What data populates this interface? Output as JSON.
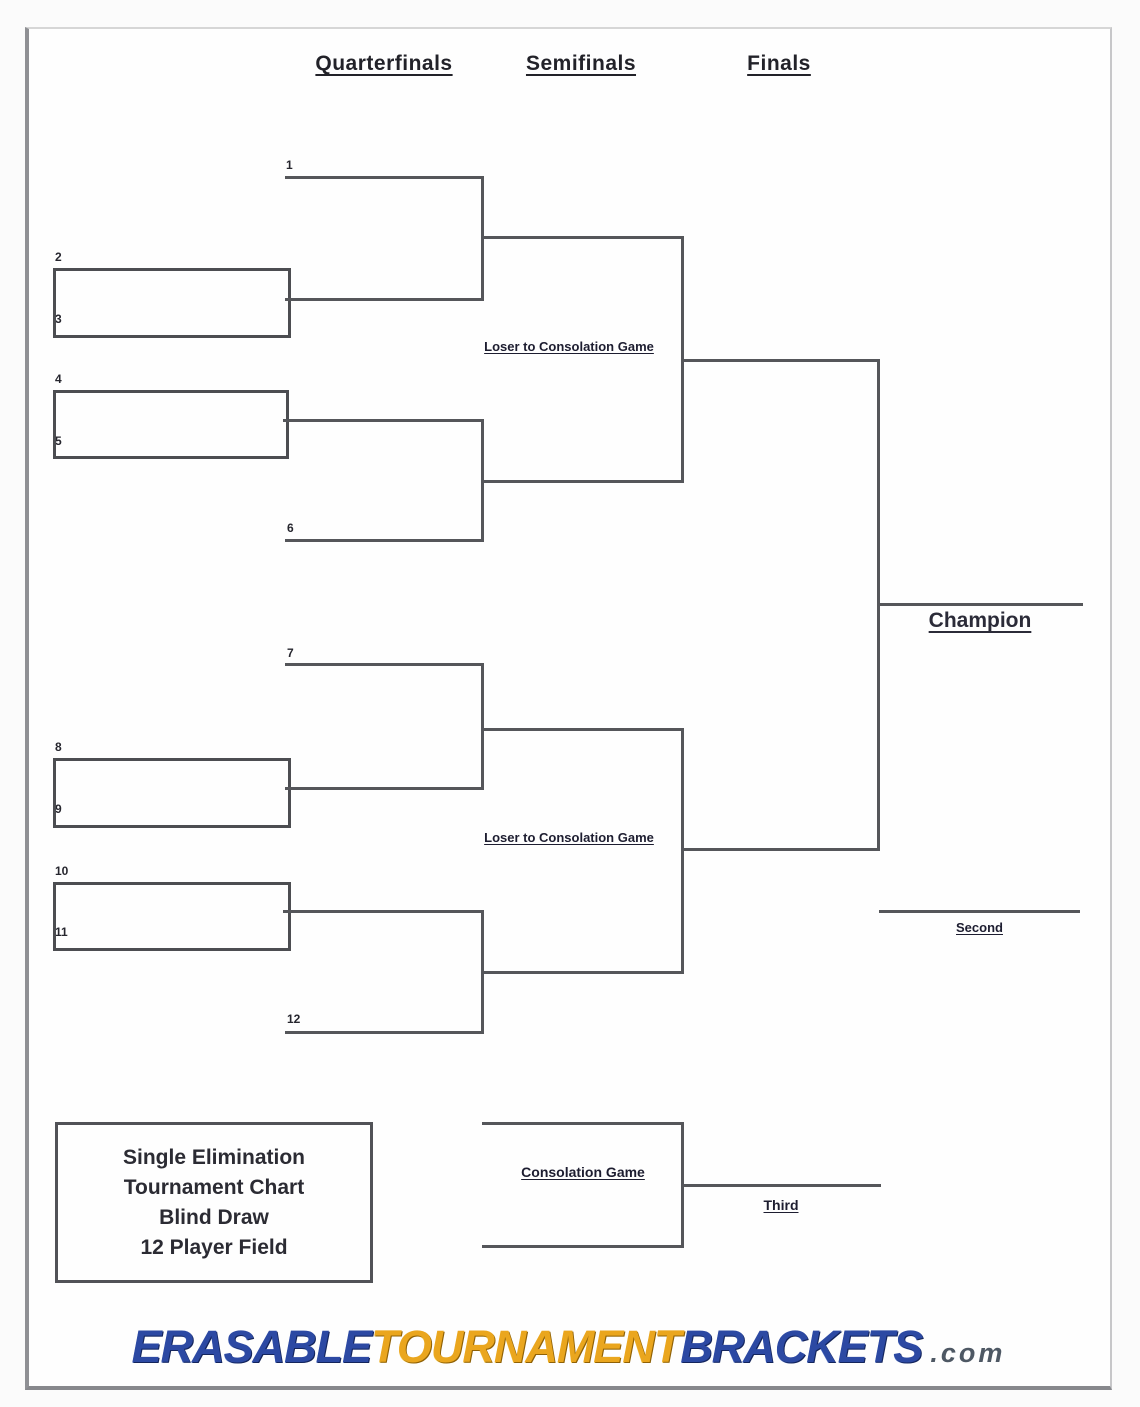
{
  "page": {
    "round_headers": {
      "quarterfinals": "Quarterfinals",
      "semifinals": "Semifinals",
      "finals": "Finals"
    },
    "seeds": [
      "1",
      "2",
      "3",
      "4",
      "5",
      "6",
      "7",
      "8",
      "9",
      "10",
      "11",
      "12"
    ],
    "notes": {
      "loser_to_consolation": "Loser to Consolation Game"
    },
    "results": {
      "champion": "Champion",
      "second": "Second",
      "third": "Third"
    },
    "consolation": {
      "title": "Consolation Game"
    },
    "info_box": {
      "lines": [
        "Single Elimination",
        "Tournament Chart",
        "Blind Draw",
        "12 Player Field"
      ]
    },
    "branding": {
      "word1": "ERASABLE",
      "word2": "TOURNAMENT",
      "word3": "BRACKETS",
      "suffix": ".com"
    },
    "colors": {
      "bracket_line": "#55565a",
      "logo_blue": "#2c49a3",
      "logo_gold": "#eaa61e"
    }
  }
}
